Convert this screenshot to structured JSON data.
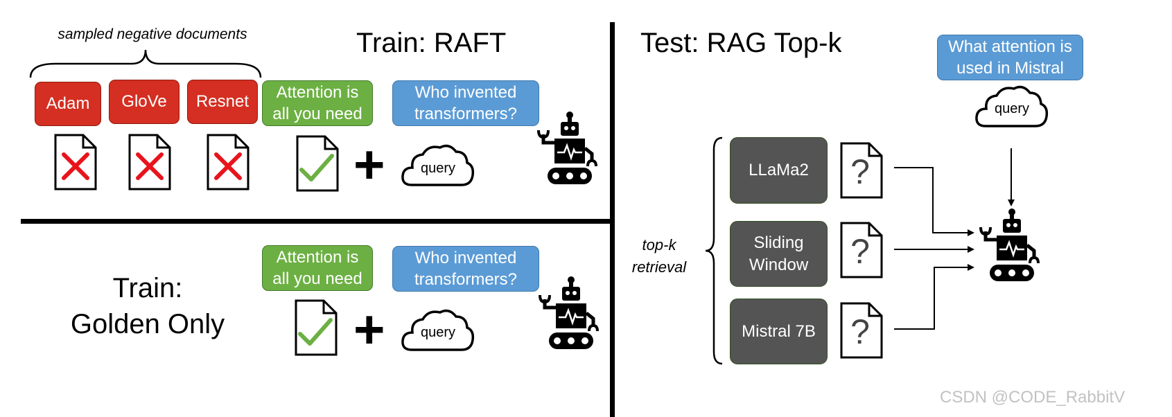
{
  "raft": {
    "title": "Train: RAFT",
    "negatives_label": "sampled negative documents",
    "negatives": [
      "Adam",
      "GloVe",
      "Resnet"
    ],
    "golden": "Attention is all you need",
    "question": "Who invented transformers?",
    "query": "query",
    "plus": "+"
  },
  "golden_only": {
    "title_line1": "Train:",
    "title_line2": "Golden Only",
    "golden": "Attention is all you need",
    "question": "Who invented transformers?",
    "query": "query",
    "plus": "+"
  },
  "test": {
    "title": "Test: RAG Top-k",
    "question": "What attention is used in Mistral",
    "query": "query",
    "retrieval_label": "top-k retrieval",
    "docs": [
      "LLaMa2",
      "Sliding Window",
      "Mistral 7B"
    ],
    "doc_mark": "?"
  },
  "watermark": "CSDN @CODE_RabbitV",
  "colors": {
    "negative": "#d42f22",
    "golden": "#6cb043",
    "question": "#5b9bd5",
    "retrieved": "#545454",
    "cross": "#e8141c",
    "check": "#6cb043"
  }
}
